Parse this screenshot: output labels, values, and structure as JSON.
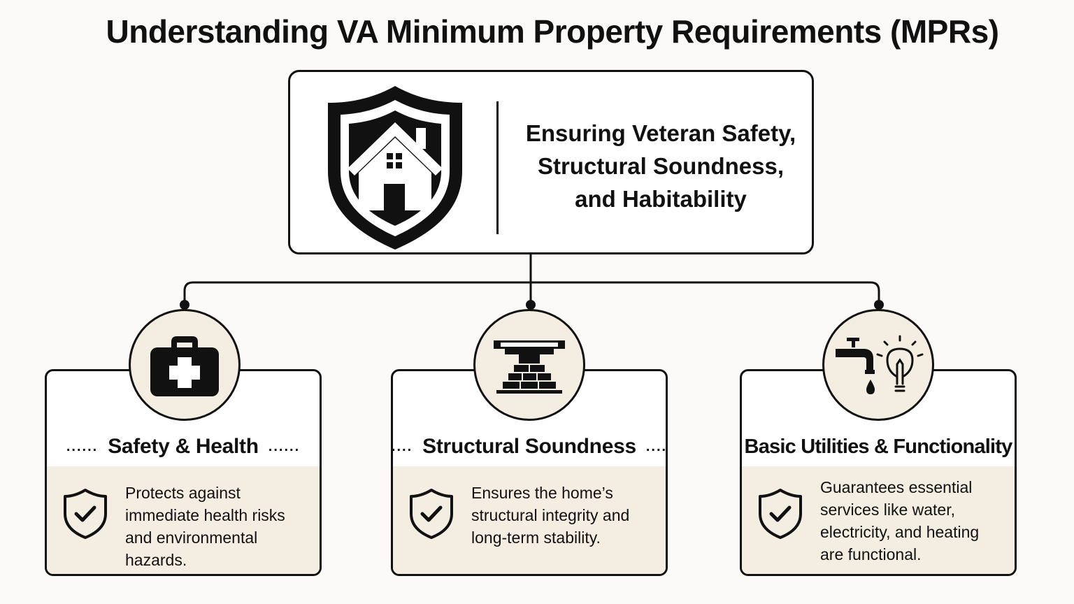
{
  "title": "Understanding VA Minimum Property Requirements (MPRs)",
  "top": {
    "icon": "house-shield-icon",
    "lines": [
      "Ensuring Veteran Safety,",
      "Structural Soundness,",
      "and Habitability"
    ]
  },
  "cards": [
    {
      "icon": "first-aid-kit-icon",
      "title": "Safety & Health",
      "dots_left": "......",
      "dots_right": "......",
      "lines": [
        "Protects against",
        "immediate health risks",
        "and environmental hazards."
      ]
    },
    {
      "icon": "brick-column-icon",
      "title": "Structural Soundness",
      "dots_left": "....",
      "dots_right": "....",
      "lines": [
        "Ensures the home’s",
        "structural integrity and",
        "long-term stability."
      ]
    },
    {
      "icon": "faucet-and-lightbulb-icon",
      "title": "Basic Utilities & Functionality",
      "lines": [
        "Guarantees essential",
        "services like water,",
        "electricity, and heating",
        "are functional."
      ]
    }
  ]
}
